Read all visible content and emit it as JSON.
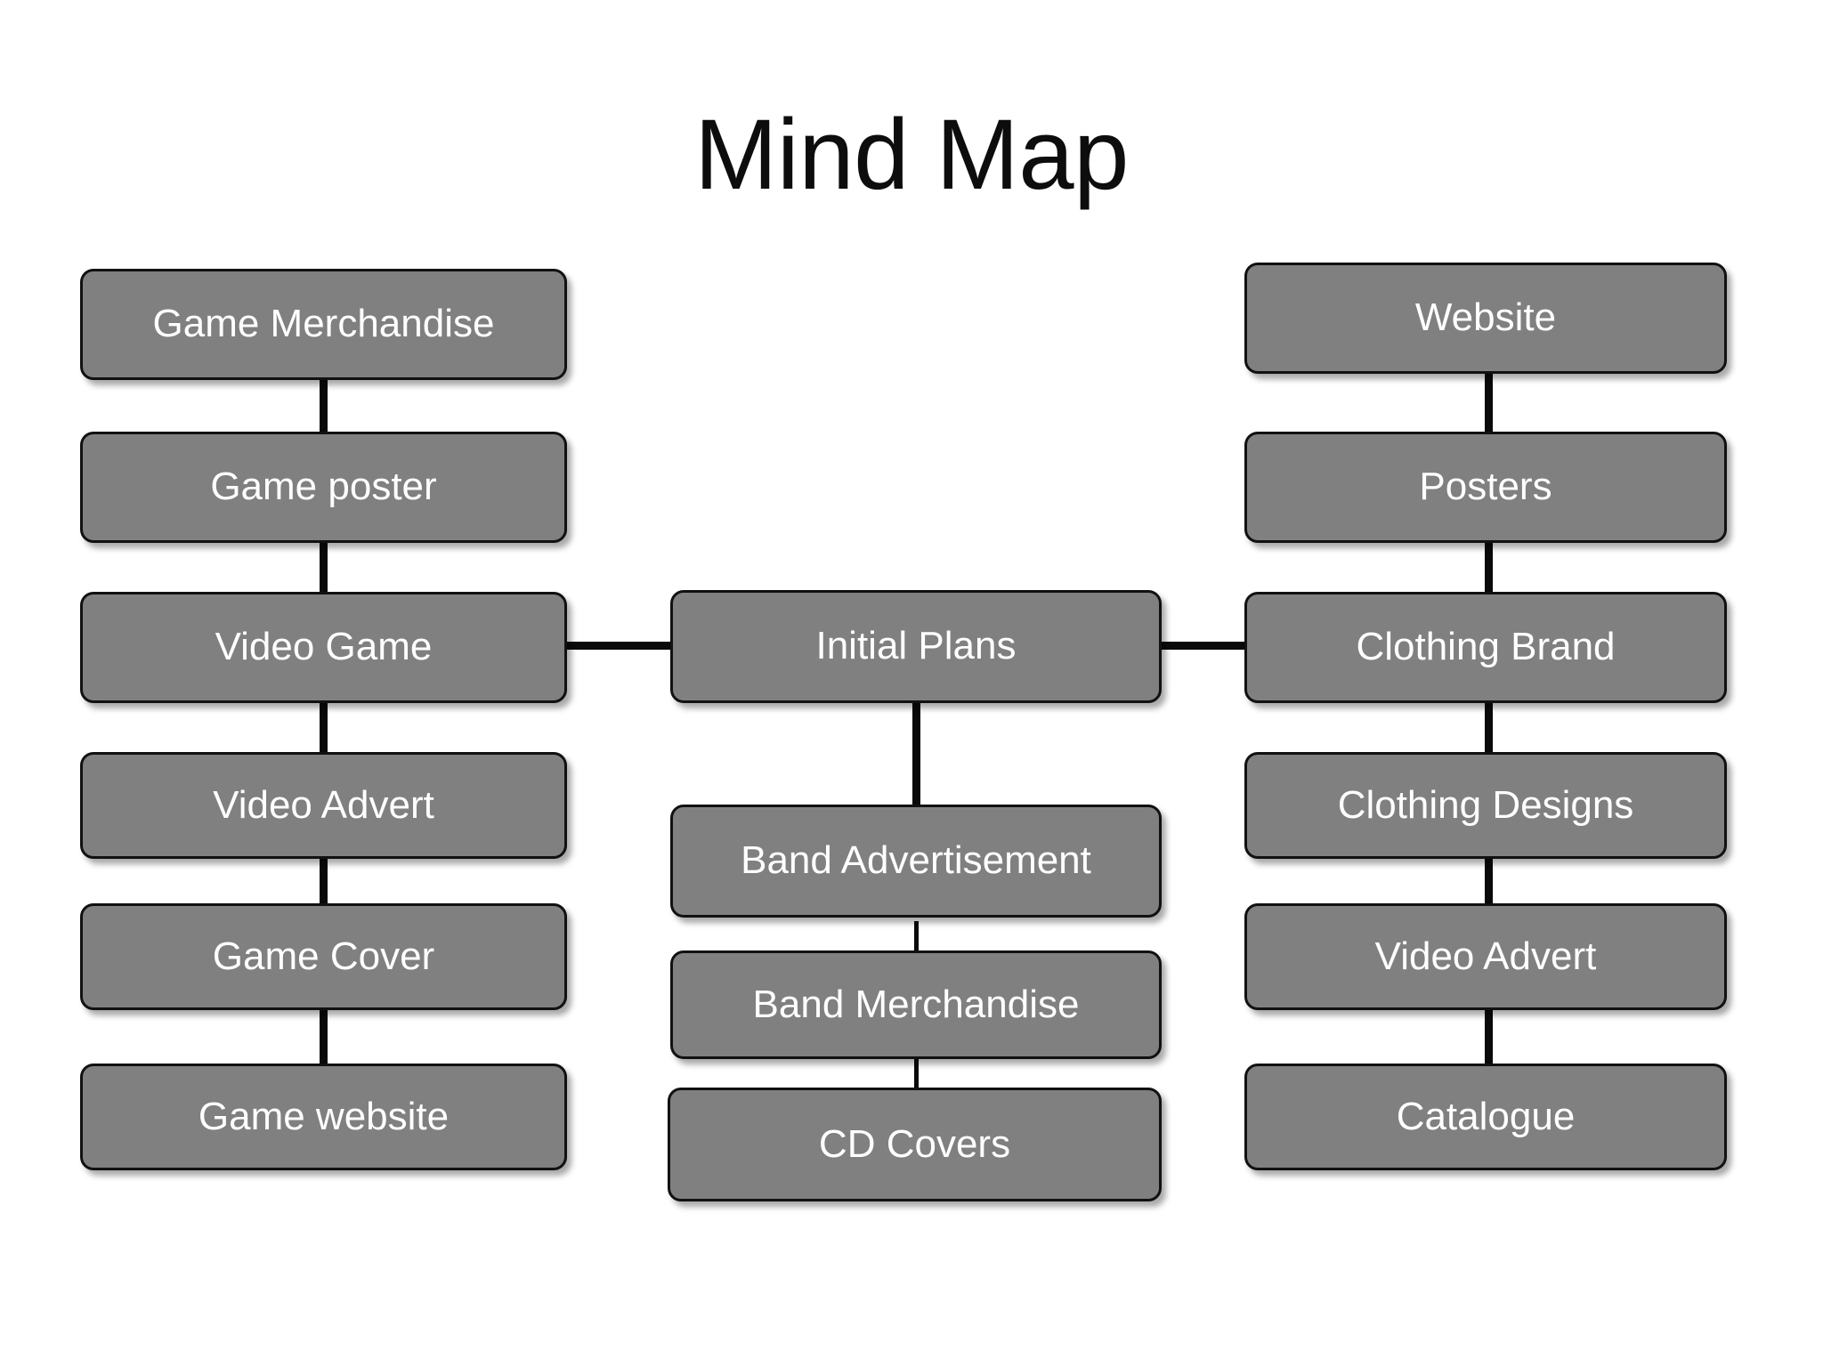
{
  "title": "Mind Map",
  "colors": {
    "background": "#ffffff",
    "node_fill": "#808080",
    "node_border": "#111111",
    "node_text": "#ffffff",
    "connector": "#0a0a0a",
    "title_text": "#0d0d0d"
  },
  "columns": {
    "left": {
      "name": "video-game-branch",
      "nodes": [
        {
          "id": "game-merchandise",
          "label": "Game Merchandise"
        },
        {
          "id": "game-poster",
          "label": "Game poster"
        },
        {
          "id": "video-game",
          "label": "Video Game"
        },
        {
          "id": "video-advert-left",
          "label": "Video Advert"
        },
        {
          "id": "game-cover",
          "label": "Game Cover"
        },
        {
          "id": "game-website",
          "label": "Game website"
        }
      ]
    },
    "center": {
      "name": "initial-plans-branch",
      "nodes": [
        {
          "id": "initial-plans",
          "label": "Initial Plans"
        },
        {
          "id": "band-advertisement",
          "label": "Band Advertisement"
        },
        {
          "id": "band-merchandise",
          "label": "Band Merchandise"
        },
        {
          "id": "cd-covers",
          "label": "CD Covers"
        }
      ]
    },
    "right": {
      "name": "clothing-brand-branch",
      "nodes": [
        {
          "id": "website",
          "label": "Website"
        },
        {
          "id": "posters",
          "label": "Posters"
        },
        {
          "id": "clothing-brand",
          "label": "Clothing Brand"
        },
        {
          "id": "clothing-designs",
          "label": "Clothing Designs"
        },
        {
          "id": "video-advert-right",
          "label": "Video Advert"
        },
        {
          "id": "catalogue",
          "label": "Catalogue"
        }
      ]
    }
  },
  "connections": [
    {
      "from": "game-merchandise",
      "to": "game-poster",
      "orientation": "vertical"
    },
    {
      "from": "game-poster",
      "to": "video-game",
      "orientation": "vertical"
    },
    {
      "from": "video-game",
      "to": "video-advert-left",
      "orientation": "vertical"
    },
    {
      "from": "video-advert-left",
      "to": "game-cover",
      "orientation": "vertical"
    },
    {
      "from": "game-cover",
      "to": "game-website",
      "orientation": "vertical"
    },
    {
      "from": "video-game",
      "to": "initial-plans",
      "orientation": "horizontal"
    },
    {
      "from": "initial-plans",
      "to": "clothing-brand",
      "orientation": "horizontal"
    },
    {
      "from": "initial-plans",
      "to": "band-advertisement",
      "orientation": "vertical"
    },
    {
      "from": "band-advertisement",
      "to": "band-merchandise",
      "orientation": "vertical"
    },
    {
      "from": "band-merchandise",
      "to": "cd-covers",
      "orientation": "vertical"
    },
    {
      "from": "website",
      "to": "posters",
      "orientation": "vertical"
    },
    {
      "from": "posters",
      "to": "clothing-brand",
      "orientation": "vertical"
    },
    {
      "from": "clothing-brand",
      "to": "clothing-designs",
      "orientation": "vertical"
    },
    {
      "from": "clothing-designs",
      "to": "video-advert-right",
      "orientation": "vertical"
    },
    {
      "from": "video-advert-right",
      "to": "catalogue",
      "orientation": "vertical"
    }
  ]
}
